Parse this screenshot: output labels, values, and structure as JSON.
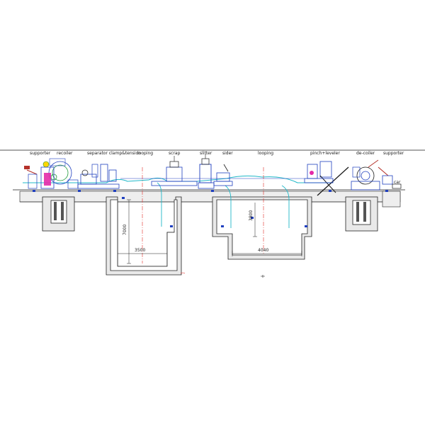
{
  "labels": {
    "supporter_left": "supporter",
    "recoiler": "recoiler",
    "separator_clamp": "separator clamp&tension",
    "looping_left": "looping",
    "scrap": "scrap",
    "slitter": "slitter",
    "sider": "sider",
    "looping_right": "looping",
    "pinch_leveler": "pinch+leveler",
    "decoiler": "de-coiler",
    "supporter_right": "supporter",
    "car": "car"
  },
  "dimensions": {
    "pit_left_depth": "7000",
    "pit_left_width": "3500",
    "pit_right_depth": "3800",
    "pit_right_width": "4040"
  },
  "colors": {
    "line": "#1a1a1a",
    "frame": "#1f3fbf",
    "strip": "#20b8c8",
    "centerline": "#e0302a",
    "hydraulic": "#d01fa0",
    "green": "#1f9a3a",
    "floor_fill": "#e9e9e9"
  }
}
